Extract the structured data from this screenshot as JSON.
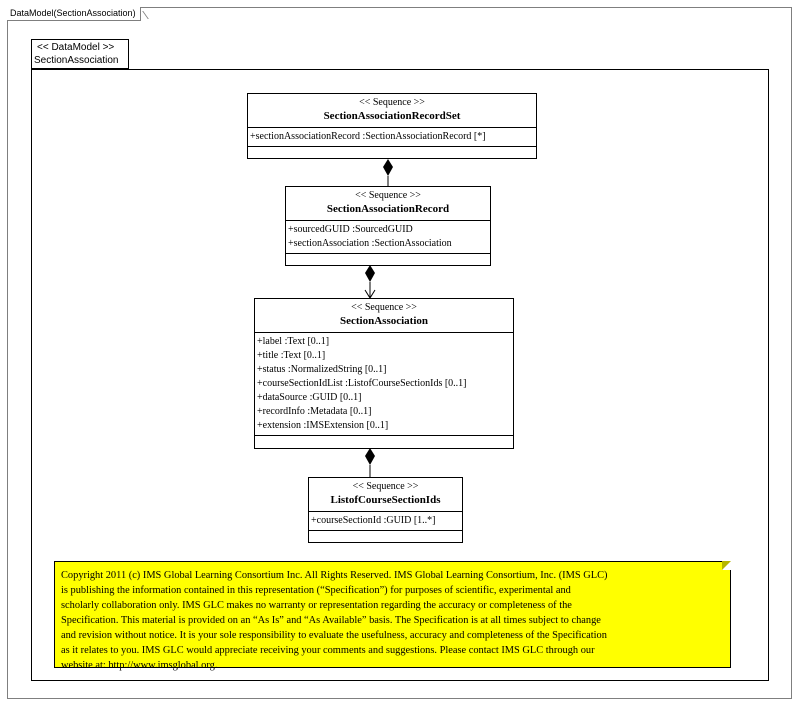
{
  "frame": {
    "label": "DataModel(SectionAssociation)"
  },
  "package": {
    "stereotype": "<< DataModel >>",
    "name": "SectionAssociation"
  },
  "classes": [
    {
      "stereotype": "<< Sequence >>",
      "name": "SectionAssociationRecordSet",
      "attributes": [
        "+sectionAssociationRecord  :SectionAssociationRecord  [*]"
      ]
    },
    {
      "stereotype": "<< Sequence >>",
      "name": "SectionAssociationRecord",
      "attributes": [
        "+sourcedGUID :SourcedGUID",
        "+sectionAssociation  :SectionAssociation"
      ]
    },
    {
      "stereotype": "<< Sequence >>",
      "name": "SectionAssociation",
      "attributes": [
        "+label :Text [0..1]",
        "+title :Text [0..1]",
        "+status :NormalizedString  [0..1]",
        "+courseSectionIdList  :ListofCourseSectionIds  [0..1]",
        "+dataSource :GUID [0..1]",
        "+recordInfo :Metadata [0..1]",
        "+extension :IMSExtension  [0..1]"
      ]
    },
    {
      "stereotype": "<< Sequence >>",
      "name": "ListofCourseSectionIds",
      "attributes": [
        "+courseSectionId  :GUID [1..*]"
      ]
    }
  ],
  "note": {
    "lines": [
      "Copyright  2011 (c) IMS Global Learning Consortium Inc.  All Rights Reserved.  IMS Global Learning Consortium, Inc. (IMS GLC)",
      "is publishing the information contained in this representation (“Specification”) for purposes of scientific, experimental and",
      "scholarly collaboration only.  IMS GLC makes no warranty or representation regarding  the accuracy or completeness of the",
      "Specification.  This material is provided on an “As Is” and “As Available” basis.  The Specification is at all times subject to change",
      "and revision without notice.  It is your sole responsibility to evaluate the usefulness, accuracy and completeness of the Specification",
      "as it relates to you.  IMS GLC would appreciate receiving your comments and suggestions.  Please contact IMS GLC through our",
      "website at: http://www.imsglobal.org."
    ]
  }
}
